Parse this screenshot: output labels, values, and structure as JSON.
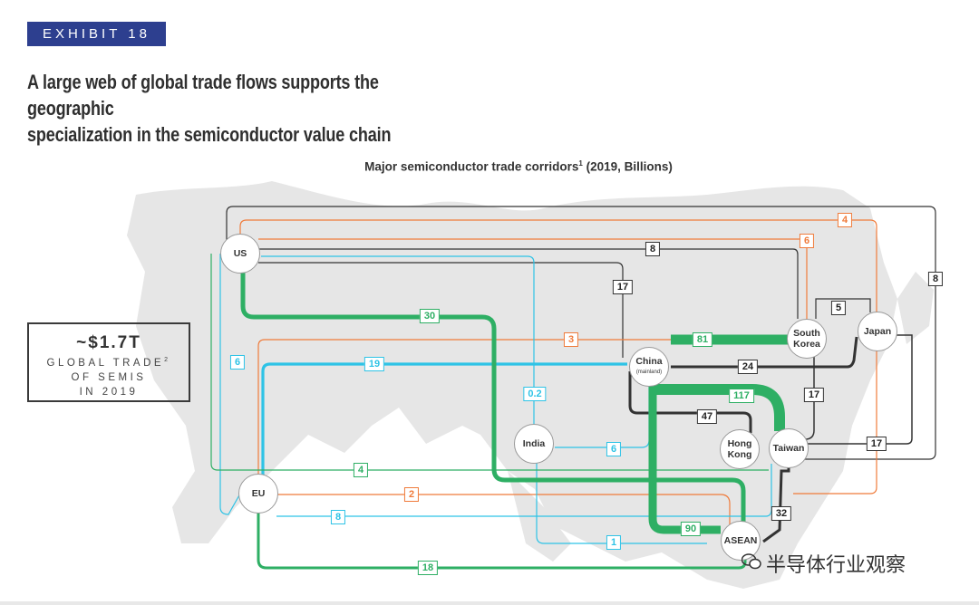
{
  "exhibit": "EXHIBIT 18",
  "headline": {
    "line1": "A large web of global trade flows supports the geographic",
    "line2": "specialization in the semiconductor value chain"
  },
  "subtitle": {
    "main": "Major semiconductor trade corridors",
    "sup": "1",
    "rest": " (2019, Billions)"
  },
  "stat_box": {
    "value": "~$1.7T",
    "line1": "GLOBAL TRADE",
    "sup": "2",
    "line2": "OF SEMIS",
    "line3": "IN 2019"
  },
  "nodes": {
    "us": "US",
    "eu": "EU",
    "india": "India",
    "china": "China",
    "china_sub": "(mainland)",
    "hong_kong_1": "Hong",
    "hong_kong_2": "Kong",
    "taiwan": "Taiwan",
    "south_korea_1": "South",
    "south_korea_2": "Korea",
    "japan": "Japan",
    "asean": "ASEAN"
  },
  "flows": {
    "us_asean": "30",
    "china_sk": "81",
    "china_taiwan": "117",
    "china_asean": "90",
    "china_japan": "24",
    "china_hk": "47",
    "us_china": "17",
    "us_taiwan": "8",
    "us_japan": "8",
    "us_sk": "6",
    "eu_japan": "4",
    "eu_china": "19",
    "eu_sk": "3",
    "us_eu": "6",
    "us_india": "0.2",
    "india_china": "6",
    "eu_taiwan": "4",
    "eu_asean_orange": "2",
    "eu_taiwan_cyan": "8",
    "eu_asean": "18",
    "us_asean_cyan": "1",
    "sk_taiwan": "17",
    "japan_taiwan": "17",
    "sk_japan": "5",
    "taiwan_asean": "32"
  },
  "colors": {
    "green": "#2eaf64",
    "cyan": "#2ec3e6",
    "orange": "#ef7b3b",
    "black": "#333333",
    "exhibit_bg": "#2d3f8f",
    "map": "#e3e3e3"
  },
  "watermark": "半导体行业观察"
}
